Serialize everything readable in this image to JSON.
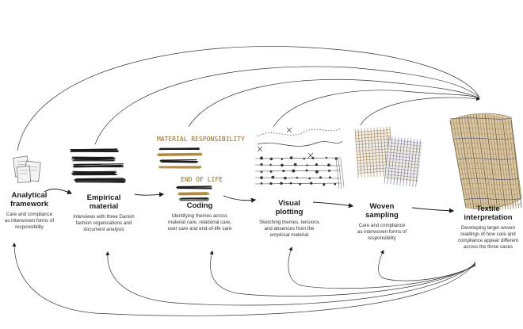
{
  "steps": [
    {
      "title_line1": "Analytical",
      "title_line2": "framework",
      "desc": [
        "Care and compliance",
        "as interwoven forms of",
        "responsibility"
      ]
    },
    {
      "title_line1": "Empirical",
      "title_line2": "material",
      "desc": [
        "Interviews with three Danish",
        "fashion organisations and",
        "document analysis"
      ]
    },
    {
      "title_line1": "Coding",
      "title_line2": "",
      "desc": [
        "Identifying themes across",
        "material care, relational care,",
        "user care and end-of-life care"
      ]
    },
    {
      "title_line1": "Visual",
      "title_line2": "plotting",
      "desc": [
        "Sketching themes, tensions",
        "and absences from the",
        "empirical material"
      ]
    },
    {
      "title_line1": "Woven",
      "title_line2": "sampling",
      "desc": [
        "Care and compliance",
        "as interwoven forms of",
        "responsibility"
      ]
    },
    {
      "title_line1": "Textile",
      "title_line2": "interpretation",
      "desc": [
        "Developing larger woven",
        "readings of how care and",
        "compliance appear different",
        "across the three cases"
      ]
    }
  ],
  "coding_sketch": {
    "heading": "MATERIAL RESPONSIBILITY",
    "subheading": "END OF LIFE"
  },
  "colors": {
    "ink": "#1b1b1b",
    "pencil": "#555555",
    "gold": "#b08a3a",
    "weave_warm": "#a88a5c",
    "weave_cool": "#7d7fa6"
  }
}
